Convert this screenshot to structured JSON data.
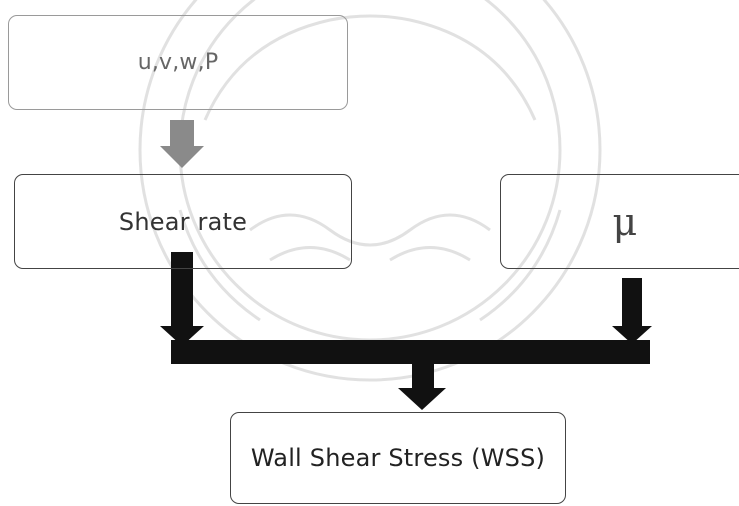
{
  "boxes": {
    "inputs": "u,v,w,P",
    "shear_rate": "Shear rate",
    "viscosity": "μ",
    "output": "Wall Shear Stress (WSS)"
  },
  "colors": {
    "box_border": "#444444",
    "arrow_main": "#111111",
    "arrow_top": "#8a8a8a",
    "watermark": "#bdbdbd"
  }
}
